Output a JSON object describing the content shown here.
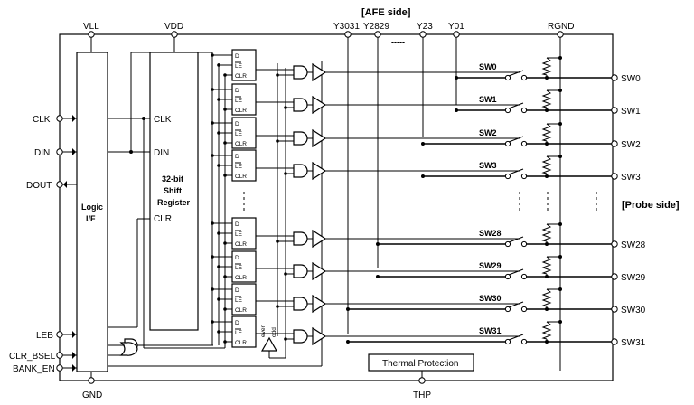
{
  "labels": {
    "afe_side": "[AFE side]",
    "probe_side": "[Probe side]",
    "thermal": "Thermal Protection",
    "logic": [
      "Logic",
      "I/F"
    ],
    "shift": [
      "32-bit",
      "Shift",
      "Register"
    ],
    "dashes": "-----",
    "vll": "VLL",
    "vdd": "VDD",
    "rgnd": "RGND",
    "gnd": "GND",
    "thp": "THP",
    "clk_in": "CLK",
    "din_in": "DIN",
    "clr_in": "CLR",
    "even": "even",
    "odd": "odd"
  },
  "top_pins": [
    "Y3031",
    "Y2829",
    "Y23",
    "Y01"
  ],
  "left_pins": [
    "CLK",
    "DIN",
    "DOUT",
    "LEB",
    "CLR_BSEL",
    "BANK_EN"
  ],
  "flipflop": {
    "d": "D",
    "le": "LE",
    "clr": "CLR"
  },
  "switches": [
    "SW0",
    "SW1",
    "SW2",
    "SW3",
    "SW28",
    "SW29",
    "SW30",
    "SW31"
  ],
  "outputs": [
    "SW0",
    "SW1",
    "SW2",
    "SW3",
    "SW28",
    "SW29",
    "SW30",
    "SW31"
  ]
}
